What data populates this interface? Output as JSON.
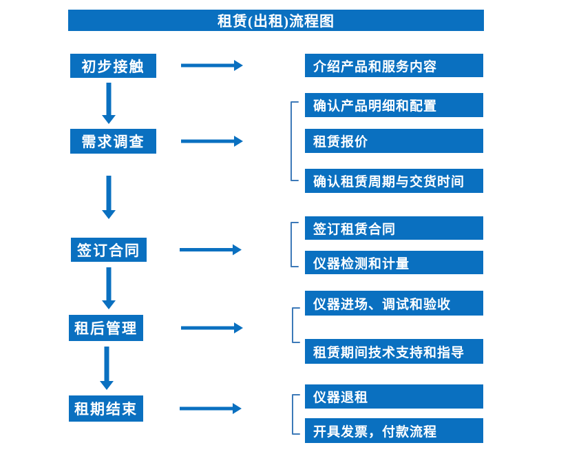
{
  "title": "租赁(出租)流程图",
  "colors": {
    "primary": "#0a70c0",
    "bracket": "#3c79b8",
    "text": "#ffffff",
    "background": "#ffffff"
  },
  "flow": [
    {
      "step": "初步接触",
      "details": [
        "介绍产品和服务内容"
      ]
    },
    {
      "step": "需求调查",
      "details": [
        "确认产品明细和配置",
        "租赁报价",
        "确认租赁周期与交货时间"
      ]
    },
    {
      "step": "签订合同",
      "details": [
        "签订租赁合同",
        "仪器检测和计量"
      ]
    },
    {
      "step": "租后管理",
      "details": [
        "仪器进场、调试和验收",
        "租赁期间技术支持和指导"
      ]
    },
    {
      "step": "租期结束",
      "details": [
        "仪器退租",
        "开具发票，付款流程"
      ]
    }
  ]
}
